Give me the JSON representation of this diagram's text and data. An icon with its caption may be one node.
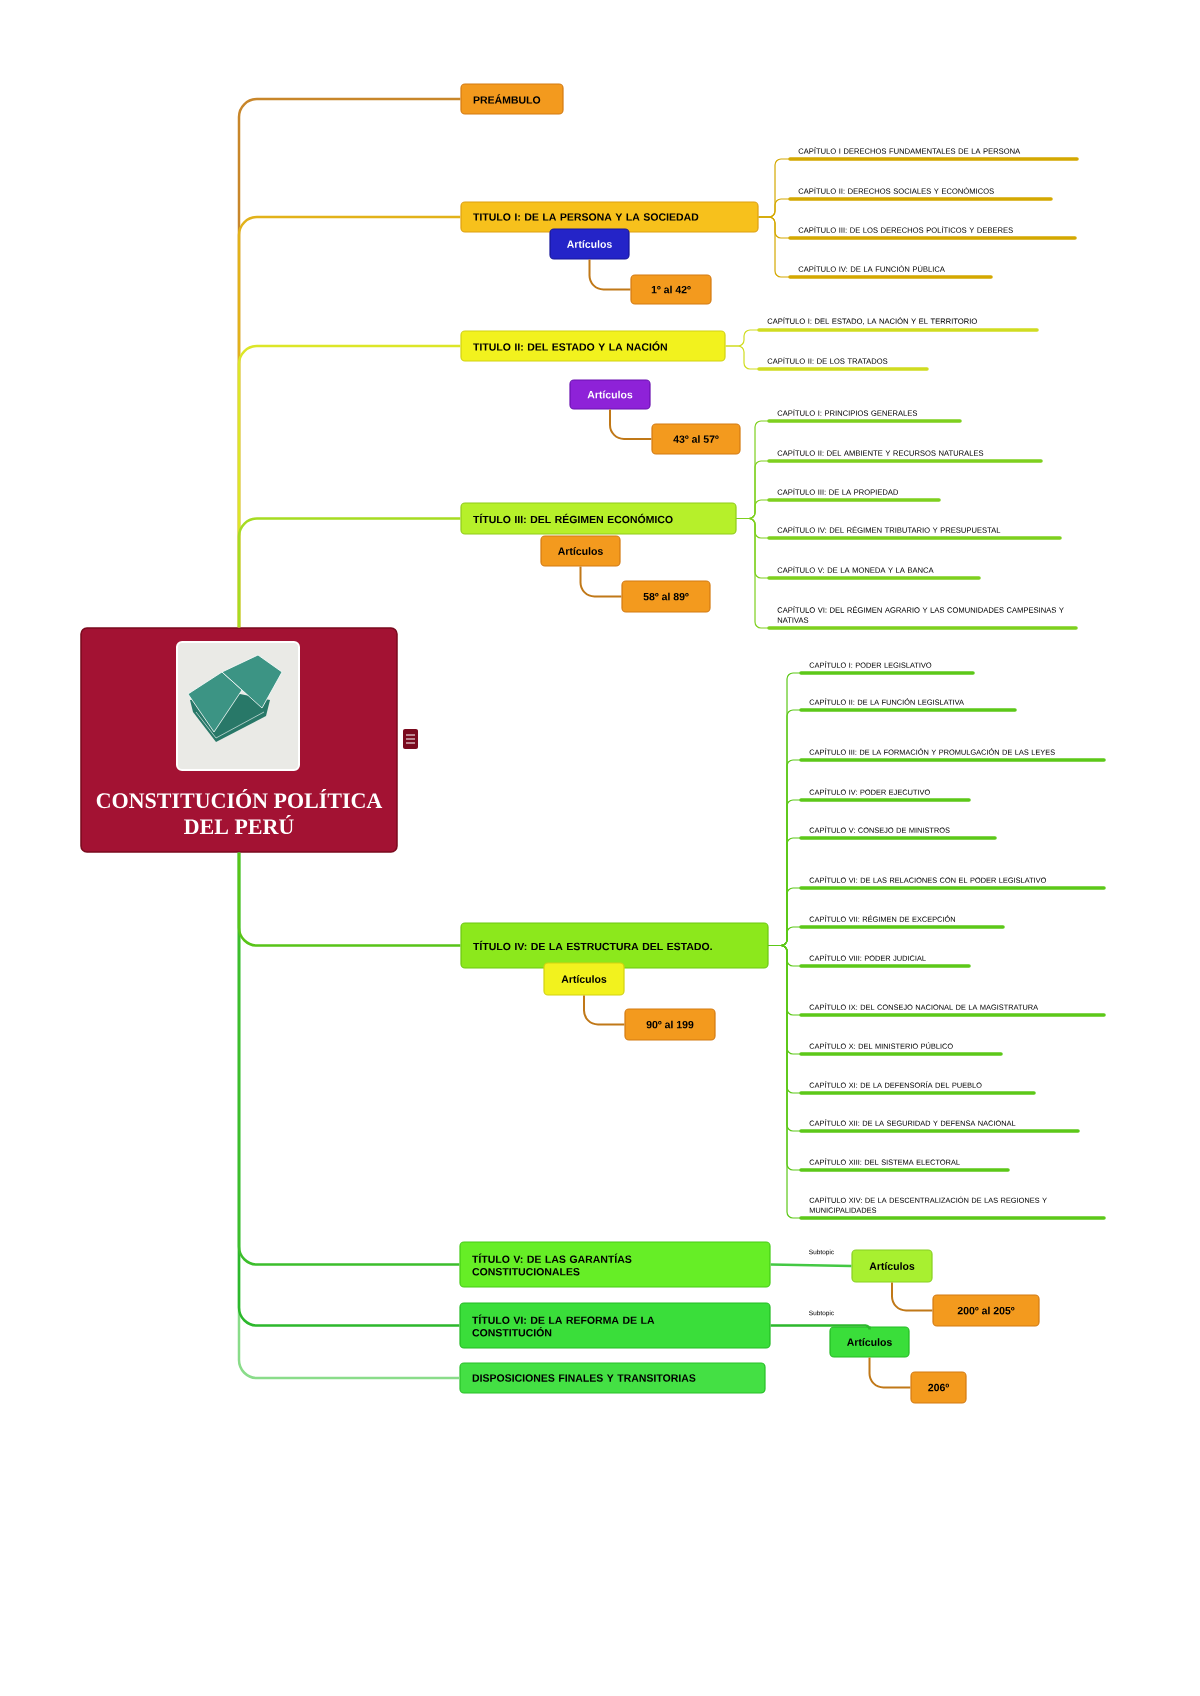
{
  "diagram": {
    "nodes": [
      {
        "text": [
          "CONSTITUCIÓN POLÍTICA DEL PERÚ"
        ]
      },
      {
        "text": [
          "PREÁMBULO"
        ]
      },
      {
        "text": [
          "TITULO I: DE LA PERSONA Y LA SOCIEDAD"
        ]
      },
      {
        "text": [
          "Artículos"
        ]
      },
      {
        "text": [
          "1º al 42º"
        ]
      },
      {
        "text": [
          "CAPÍTULO I DERECHOS FUNDAMENTALES DE LA PERSONA"
        ]
      },
      {
        "text": [
          "CAPÍTULO II: DERECHOS SOCIALES Y ECONÓMICOS"
        ]
      },
      {
        "text": [
          "CAPÍTULO III: DE LOS DERECHOS POLÍTICOS Y DEBERES"
        ]
      },
      {
        "text": [
          "CAPÍTULO IV: DE LA FUNCIÓN PÚBLICA"
        ]
      },
      {
        "text": [
          "TITULO II: DEL ESTADO Y LA NACIÓN"
        ]
      },
      {
        "text": [
          "CAPÍTULO I: DEL ESTADO, LA NACIÓN Y EL TERRITORIO"
        ]
      },
      {
        "text": [
          "CAPÍTULO II: DE LOS TRATADOS"
        ]
      },
      {
        "text": [
          "Artículos"
        ]
      },
      {
        "text": [
          "43º al 57º"
        ]
      },
      {
        "text": [
          "TÍTULO III: DEL RÉGIMEN ECONÓMICO"
        ]
      },
      {
        "text": [
          "Artículos"
        ]
      },
      {
        "text": [
          "58º al 89º"
        ]
      },
      {
        "text": [
          "CAPÍTULO I: PRINCIPIOS GENERALES"
        ]
      },
      {
        "text": [
          "CAPÍTULO II: DEL AMBIENTE Y RECURSOS NATURALES"
        ]
      },
      {
        "text": [
          "CAPÍTULO III: DE LA PROPIEDAD"
        ]
      },
      {
        "text": [
          "CAPÍTULO IV: DEL RÉGIMEN TRIBUTARIO Y PRESUPUESTAL"
        ]
      },
      {
        "text": [
          "CAPÍTULO V: DE LA MONEDA Y LA BANCA"
        ]
      },
      {
        "text": [
          "CAPÍTULO VI: DEL RÉGIMEN AGRARIO Y LAS COMUNIDADES CAMPESINAS Y NATIVAS"
        ]
      },
      {
        "text": [
          "TÍTULO IV: DE LA ESTRUCTURA DEL ESTADO."
        ]
      },
      {
        "text": [
          "Artículos"
        ]
      },
      {
        "text": [
          "90º al 199"
        ]
      },
      {
        "text": [
          "CAPÍTULO I: PODER LEGISLATIVO"
        ]
      },
      {
        "text": [
          "CAPÍTULO II: DE LA FUNCIÓN LEGISLATIVA"
        ]
      },
      {
        "text": [
          "CAPÍTULO III: DE LA FORMACIÓN Y PROMULGACIÓN DE LAS LEYES"
        ]
      },
      {
        "text": [
          "CAPÍTULO IV: PODER EJECUTIVO"
        ]
      },
      {
        "text": [
          "CAPÍTULO V: CONSEJO DE MINISTROS"
        ]
      },
      {
        "text": [
          "CAPÍTULO VI: DE LAS RELACIONES CON EL PODER LEGISLATIVO"
        ]
      },
      {
        "text": [
          "CAPÍTULO VII: RÉGIMEN DE EXCEPCIÓN"
        ]
      },
      {
        "text": [
          "CAPÍTULO VIII: PODER JUDICIAL"
        ]
      },
      {
        "text": [
          "CAPÍTULO IX: DEL CONSEJO NACIONAL DE LA MAGISTRATURA"
        ]
      },
      {
        "text": [
          "CAPÍTULO X: DEL MINISTERIO PÚBLICO"
        ]
      },
      {
        "text": [
          "CAPÍTULO XI: DE LA DEFENSORÍA DEL PUEBLO"
        ]
      },
      {
        "text": [
          "CAPÍTULO XII: DE LA SEGURIDAD Y DEFENSA NACIONAL"
        ]
      },
      {
        "text": [
          "CAPÍTULO XIII: DEL SISTEMA ELECTORAL"
        ]
      },
      {
        "text": [
          "CAPÍTULO XIV: DE LA DESCENTRALIZACIÓN DE LAS REGIONES Y MUNICIPALIDADES"
        ]
      },
      {
        "text": [
          "TÍTULO V: DE LAS GARANTÍAS CONSTITUCIONALES"
        ]
      },
      {
        "text": [
          "Artículos"
        ]
      },
      {
        "text": [
          "200º al 205º"
        ]
      },
      {
        "text": [
          "TÍTULO VI: DE LA REFORMA DE LA CONSTITUCIÓN"
        ]
      },
      {
        "text": [
          "Artículos"
        ]
      },
      {
        "text": [
          "206º"
        ]
      },
      {
        "text": [
          "DISPOSICIONES FINALES Y TRANSITORIAS"
        ]
      }
    ],
    "edges": [
      {
        "from": 0,
        "to": 1,
        "arrow": "none",
        "color": "#c8862a"
      },
      {
        "from": 0,
        "to": 2,
        "arrow": "none",
        "color": "#e2b21a"
      },
      {
        "from": 0,
        "to": 9,
        "arrow": "none",
        "color": "#dce628"
      },
      {
        "from": 0,
        "to": 14,
        "arrow": "none",
        "color": "#a6dc22"
      },
      {
        "from": 0,
        "to": 23,
        "arrow": "none",
        "color": "#58c418"
      },
      {
        "from": 0,
        "to": 40,
        "arrow": "none",
        "color": "#3cbe2c"
      },
      {
        "from": 0,
        "to": 43,
        "arrow": "none",
        "color": "#2cb82c"
      },
      {
        "from": 0,
        "to": 46,
        "arrow": "none",
        "color": "#8adc8a"
      },
      {
        "from": 2,
        "to": 5,
        "arrow": "none",
        "color": "#d4a800"
      },
      {
        "from": 2,
        "to": 6,
        "arrow": "none",
        "color": "#d4a800"
      },
      {
        "from": 2,
        "to": 7,
        "arrow": "none",
        "color": "#d4a800"
      },
      {
        "from": 2,
        "to": 8,
        "arrow": "none",
        "color": "#d4a800"
      },
      {
        "from": 9,
        "to": 10,
        "arrow": "none",
        "color": "#d0dc20"
      },
      {
        "from": 9,
        "to": 11,
        "arrow": "none",
        "color": "#d0dc20"
      },
      {
        "from": 14,
        "to": 17,
        "arrow": "none",
        "color": "#7ed01e"
      },
      {
        "from": 14,
        "to": 18,
        "arrow": "none",
        "color": "#7ed01e"
      },
      {
        "from": 14,
        "to": 19,
        "arrow": "none",
        "color": "#7ed01e"
      },
      {
        "from": 14,
        "to": 20,
        "arrow": "none",
        "color": "#7ed01e"
      },
      {
        "from": 14,
        "to": 21,
        "arrow": "none",
        "color": "#7ed01e"
      },
      {
        "from": 14,
        "to": 22,
        "arrow": "none",
        "color": "#7ed01e"
      },
      {
        "from": 23,
        "to": 26,
        "arrow": "none",
        "color": "#5cc818"
      },
      {
        "from": 23,
        "to": 27,
        "arrow": "none",
        "color": "#5cc818"
      },
      {
        "from": 23,
        "to": 28,
        "arrow": "none",
        "color": "#5cc818"
      },
      {
        "from": 23,
        "to": 29,
        "arrow": "none",
        "color": "#5cc818"
      },
      {
        "from": 23,
        "to": 30,
        "arrow": "none",
        "color": "#5cc818"
      },
      {
        "from": 23,
        "to": 31,
        "arrow": "none",
        "color": "#5cc818"
      },
      {
        "from": 23,
        "to": 32,
        "arrow": "none",
        "color": "#5cc818"
      },
      {
        "from": 23,
        "to": 33,
        "arrow": "none",
        "color": "#5cc818"
      },
      {
        "from": 23,
        "to": 34,
        "arrow": "none",
        "color": "#5cc818"
      },
      {
        "from": 23,
        "to": 35,
        "arrow": "none",
        "color": "#5cc818"
      },
      {
        "from": 23,
        "to": 36,
        "arrow": "none",
        "color": "#5cc818"
      },
      {
        "from": 23,
        "to": 37,
        "arrow": "none",
        "color": "#5cc818"
      },
      {
        "from": 23,
        "to": 38,
        "arrow": "none",
        "color": "#5cc818"
      },
      {
        "from": 23,
        "to": 39,
        "arrow": "none",
        "color": "#5cc818"
      },
      {
        "from": 3,
        "to": 4,
        "arrow": "none",
        "color": "#c07818"
      },
      {
        "from": 12,
        "to": 13,
        "arrow": "none",
        "color": "#c07818"
      },
      {
        "from": 15,
        "to": 16,
        "arrow": "none",
        "color": "#c07818"
      },
      {
        "from": 24,
        "to": 25,
        "arrow": "none",
        "color": "#c07818"
      },
      {
        "from": 40,
        "to": 41,
        "arrow": "none",
        "label": "Subtopic",
        "color": "#44c844"
      },
      {
        "from": 41,
        "to": 42,
        "arrow": "none",
        "color": "#c07818"
      },
      {
        "from": 43,
        "to": 44,
        "arrow": "none",
        "label": "Subtopic",
        "color": "#2cb82c"
      },
      {
        "from": 44,
        "to": 45,
        "arrow": "none",
        "color": "#c07818"
      }
    ]
  }
}
